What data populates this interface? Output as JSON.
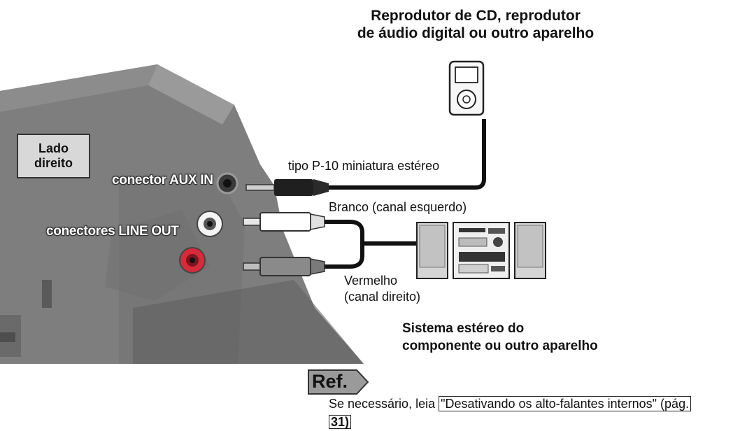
{
  "top_device_label": "Reprodutor de CD, reprodutor\nde áudio digital ou outro aparelho",
  "side_label": "Lado\ndireito",
  "aux_in_label": "conector AUX IN",
  "line_out_label": "conectores LINE OUT",
  "plug_type_label": "tipo P-10 miniatura estéreo",
  "white_cable_label": "Branco (canal esquerdo)",
  "red_cable_label": "Vermelho\n(canal direito)",
  "stereo_system_label": "Sistema estéreo do\ncomponente ou outro aparelho",
  "ref": {
    "badge": "Ref.",
    "prefix": "Se necessário, leia ",
    "link": "\"Desativando os alto-falantes internos\" (pág.",
    "page": "31)"
  },
  "colors": {
    "device_body": "#7d7d7d",
    "device_dark": "#5a5a5a",
    "badge_fill": "#9a9a9a",
    "red_jack": "#d82a3a"
  }
}
